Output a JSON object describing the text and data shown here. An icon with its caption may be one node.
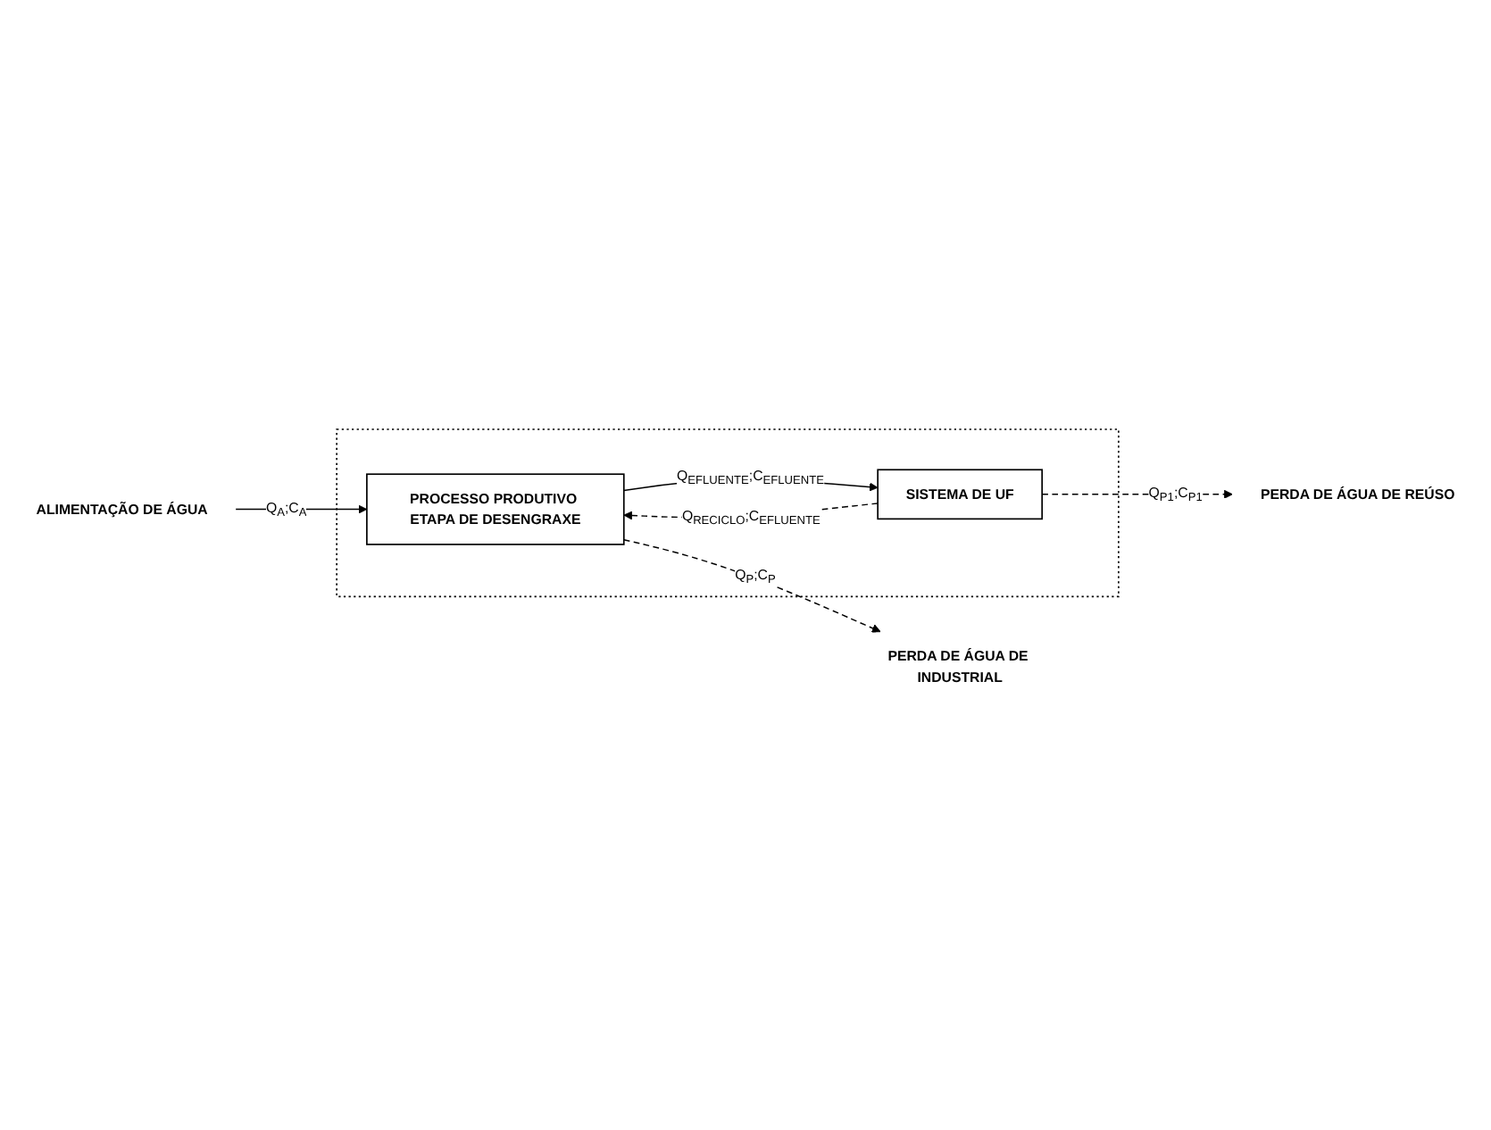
{
  "diagram": {
    "nodes": [
      {
        "text": [],
        "shape": "box"
      },
      {
        "text": [
          "PROCESSO PRODUTIVO ETAPA DE DESENGRAXE"
        ],
        "in": 0
      },
      {
        "text": [
          "SISTEMA DE UF"
        ],
        "in": 0
      },
      {
        "text": [
          "PERDA DE ÁGUA DE INDUSTRIAL"
        ]
      },
      {
        "text": [
          "ALIMENTAÇÃO DE ÁGUA"
        ]
      },
      {
        "text": [
          "PERDA DE ÁGUA DE REÚSO"
        ]
      }
    ],
    "edges": [
      {
        "from": 4,
        "to": 1,
        "arrow": "to",
        "label": "Q$_{A}$;C$_{A}$"
      },
      {
        "from": 1,
        "to": 3,
        "arrow": "to",
        "style": "dashed",
        "label": "Q$_{P}$;C$_{P}$"
      },
      {
        "from": 1,
        "to": 2,
        "arrow": "to",
        "label": "Q$_{EFLUENTE}$;C$_{EFLUENTE}$"
      },
      {
        "from": 2,
        "to": 1,
        "arrow": "to",
        "style": "dashed",
        "label": "Q$_{RECICLO}$;C$_{EFLUENTE}$"
      },
      {
        "from": 2,
        "to": 5,
        "arrow": "to",
        "style": "dashed",
        "label": "Q$_{P1}$;C$_{P1}$"
      }
    ]
  }
}
